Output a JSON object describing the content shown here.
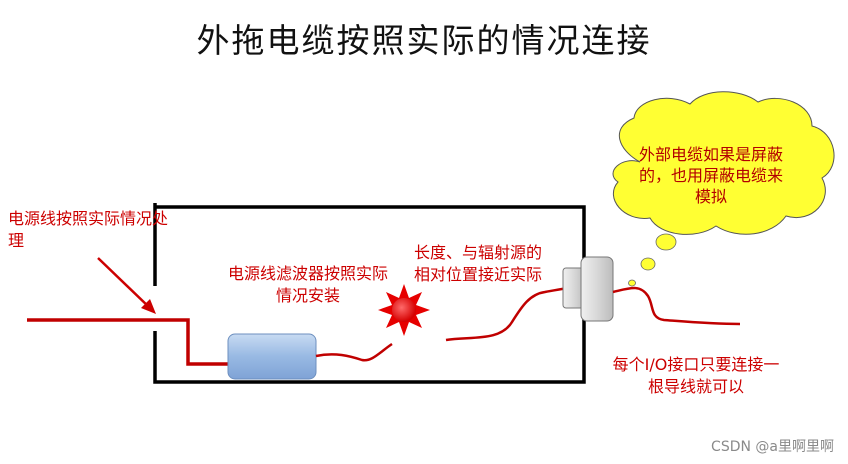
{
  "title": "外拖电缆按照实际的情况连接",
  "labels": {
    "power_line_left": "电源线按照实际情况处理",
    "power_filter": "电源线滤波器按照实际情况安装",
    "length_radiation": "长度、与辐射源的相对位置接近实际",
    "io_cable": "每个I/O接口只要连接一根导线就可以",
    "cloud_note": "外部电缆如果是屏蔽的，也用屏蔽电缆来模拟"
  },
  "watermark": "CSDN @a里啊里啊",
  "colors": {
    "label_red": "#cc0000",
    "wire_red": "#c00000",
    "cloud_fill": "#ffff33",
    "filter_blue": "#8fb3e0",
    "star_red": "#e60000",
    "box_black": "#000000"
  }
}
